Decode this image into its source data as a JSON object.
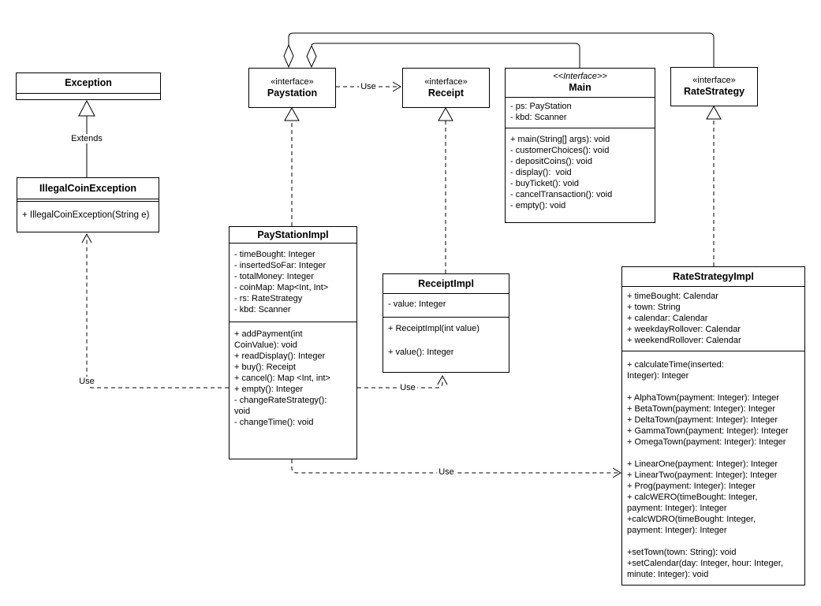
{
  "edge_labels": {
    "extends": "Extends",
    "use": "Use"
  },
  "classes": {
    "exception": {
      "name": "Exception",
      "attributes": [],
      "methods": []
    },
    "illegal_coin_exception": {
      "name": "IllegalCoinException",
      "attributes": [],
      "methods": [
        "+ IllegalCoinException(String e)"
      ]
    },
    "paystation": {
      "stereotype": "«interface»",
      "name": "Paystation"
    },
    "receipt": {
      "stereotype": "«interface»",
      "name": "Receipt"
    },
    "main": {
      "stereotype": "<<Interface>>",
      "name": "Main",
      "attributes": [
        "- ps: PayStation",
        "- kbd: Scanner"
      ],
      "methods": [
        "+ main(String[] args): void",
        "- customerChoices(): void",
        "- depositCoins(): void",
        "- display():  void",
        "- buyTicket(): void",
        "- cancelTransaction(): void",
        "- empty(): void"
      ]
    },
    "rate_strategy": {
      "stereotype": "«interface»",
      "name": "RateStrategy"
    },
    "pay_station_impl": {
      "name": "PayStationImpl",
      "attributes": [
        "- timeBought: Integer",
        "- insertedSoFar: Integer",
        "- totalMoney: Integer",
        "- coinMap: Map<Int, Int>",
        "- rs: RateStrategy",
        "- kbd: Scanner"
      ],
      "methods": [
        "+ addPayment(int",
        "CoinValue): void",
        "+ readDisplay(): Integer",
        "+ buy(): Receipt",
        "+ cancel(): Map <Int, int>",
        "+ empty(): Integer",
        "- changeRateStrategy():",
        "void",
        "- changeTime(): void"
      ]
    },
    "receipt_impl": {
      "name": "ReceiptImpl",
      "attributes": [
        "- value: Integer"
      ],
      "methods": [
        "+ ReceiptImpl(int value)",
        "",
        "+ value(): Integer"
      ]
    },
    "rate_strategy_impl": {
      "name": "RateStrategyImpl",
      "attributes": [
        "+ timeBought: Calendar",
        "+ town: String",
        "+ calendar: Calendar",
        "+ weekdayRollover: Calendar",
        "+ weekendRollover: Calendar"
      ],
      "methods": [
        "+ calculateTime(inserted:",
        "Integer): Integer",
        "",
        "+ AlphaTown(payment: Integer): Integer",
        "+ BetaTown(payment: Integer): Integer",
        "+ DeltaTown(payment: Integer): Integer",
        "+ GammaTown(payment: Integer): Integer",
        "+ OmegaTown(payment: Integer): Integer",
        "",
        "+ LinearOne(payment: Integer): Integer",
        "+ LinearTwo(payment: Integer): Integer",
        "+ Prog(payment: Integer): Integer",
        "+ calcWERO(timeBought: Integer,",
        "payment: Integer): Integer",
        "+calcWDRO(timeBought: Integer,",
        "payment: Integer): Integer",
        "",
        "+setTown(town: String): void",
        "+setCalendar(day: Integer, hour: Integer,",
        "minute: Integer): void"
      ]
    }
  },
  "relationships": {
    "extends": "IllegalCoinException extends Exception",
    "realizations": [
      "PayStationImpl implements Paystation",
      "ReceiptImpl implements Receipt",
      "RateStrategyImpl implements RateStrategy"
    ],
    "aggregations": [
      "Paystation aggregates Main",
      "Paystation aggregates RateStrategy"
    ],
    "dependencies": [
      "Paystation uses Receipt",
      "PayStationImpl uses IllegalCoinException",
      "PayStationImpl uses ReceiptImpl",
      "PayStationImpl uses RateStrategyImpl"
    ]
  }
}
